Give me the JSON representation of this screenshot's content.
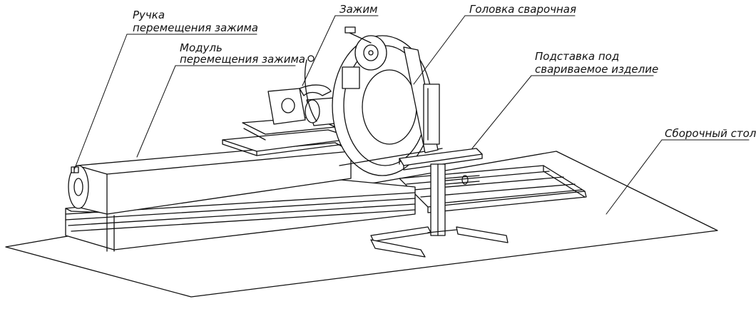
{
  "labels": {
    "handle_line1": "Ручка",
    "handle_line2": "перемещения зажима",
    "module_line1": "Модуль",
    "module_line2": "перемещения зажима",
    "clamp": "Зажим",
    "head": "Головка сварочная",
    "support_line1": "Подставка под",
    "support_line2": "свариваемое изделие",
    "table": "Сборочный стол"
  },
  "colors": {
    "line": "#111111",
    "background": "#ffffff"
  }
}
